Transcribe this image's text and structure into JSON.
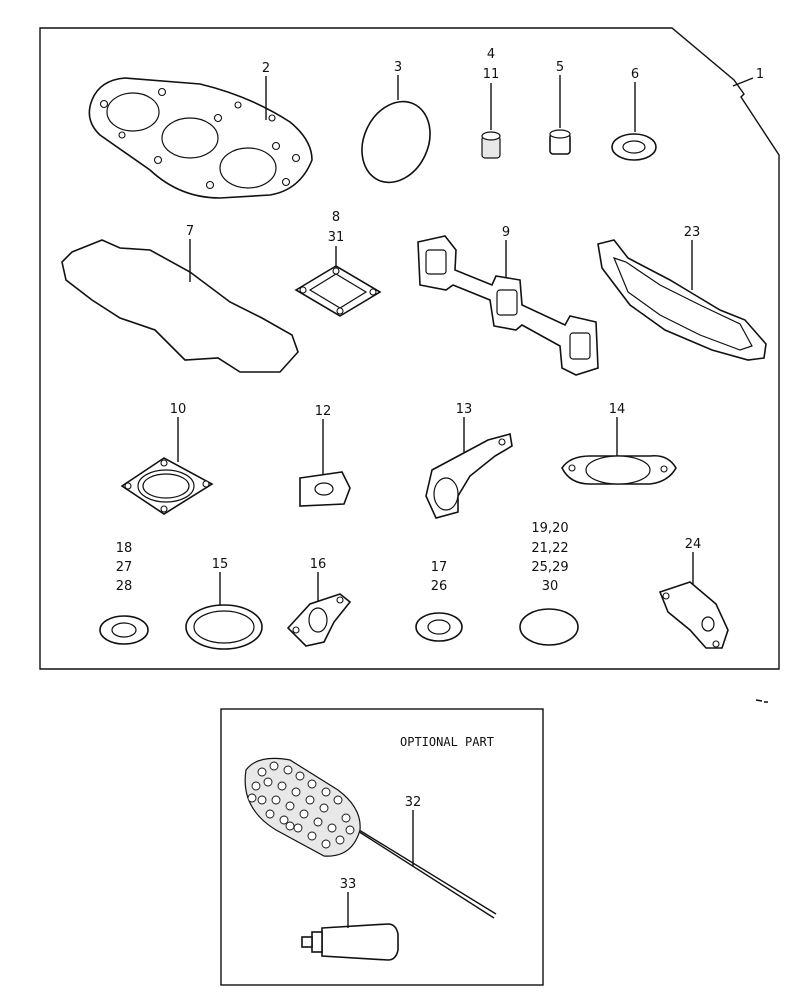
{
  "callouts": {
    "c1": "1",
    "c2": "2",
    "c3": "3",
    "c4": "4",
    "c11": "11",
    "c5": "5",
    "c6": "6",
    "c7": "7",
    "c8": "8",
    "c31": "31",
    "c9": "9",
    "c23": "23",
    "c10": "10",
    "c12": "12",
    "c13": "13",
    "c14": "14",
    "c18": "18",
    "c27": "27",
    "c28": "28",
    "c15": "15",
    "c16": "16",
    "c17": "17",
    "c26": "26",
    "g1": "19,20",
    "g2": "21,22",
    "g3": "25,29",
    "g4": "30",
    "c24": "24",
    "c32": "32",
    "c33": "33"
  },
  "optional_box": {
    "title": "OPTIONAL PART"
  }
}
